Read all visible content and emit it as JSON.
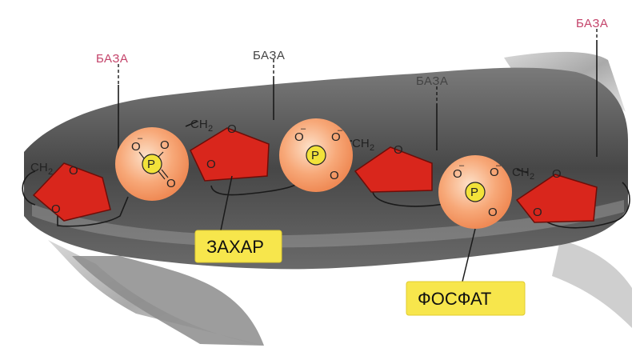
{
  "labels": {
    "base": "БАЗА",
    "sugar": "ЗАХАР",
    "phosphate": "ФОСФАТ",
    "ch2_main": "CH",
    "ch2_sub": "2",
    "oxygen": "O",
    "phosphorus": "P",
    "minus": "–"
  },
  "colors": {
    "base_label_pink": "#c4436a",
    "base_label_gray": "#444444",
    "sugar_red": "#d9261c",
    "phosphate_orange": "#f59a6a",
    "phosphorus_yellow": "#f2e23a",
    "callout_yellow": "#f7e64c",
    "ribbon_dark": "#5a5a5a"
  },
  "icons": [
    "pentose-sugar-ring",
    "phosphate-group",
    "dna-backbone-ribbon"
  ]
}
